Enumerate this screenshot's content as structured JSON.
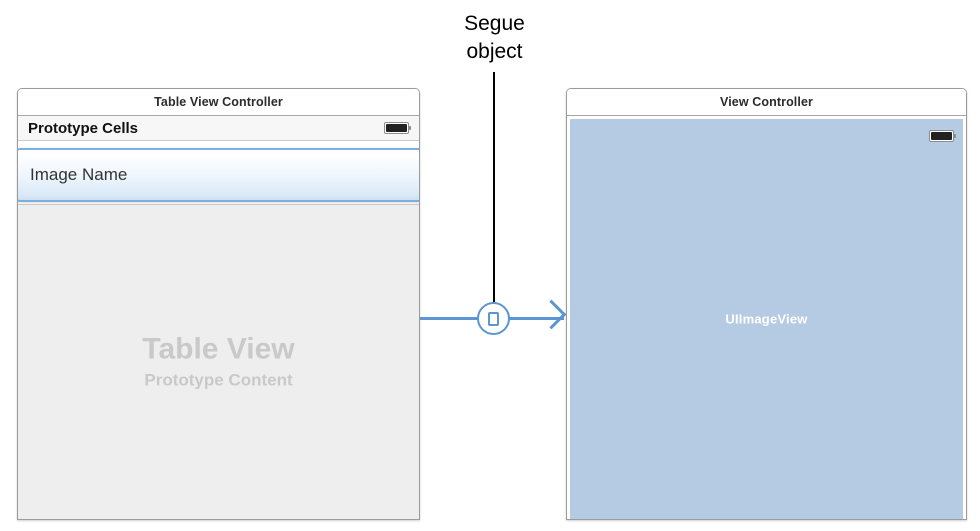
{
  "annotation": {
    "caption_line1": "Segue",
    "caption_line2": "object",
    "leader_line_color": "#000000",
    "connector_color": "#5b95d3"
  },
  "scenes": [
    {
      "id": "table-view-controller",
      "title": "Table View Controller",
      "section_header": "Prototype Cells",
      "status_icon": "battery-icon",
      "prototype_cell": {
        "label": "Image Name",
        "selected": true,
        "selection_color": "#7daee0"
      },
      "placeholder": {
        "main": "Table View",
        "sub": "Prototype Content",
        "color": "#c9c9c9",
        "background": "#eeeeee"
      }
    },
    {
      "id": "view-controller",
      "title": "View Controller",
      "status_icon": "battery-icon",
      "subview": {
        "label": "UIImageView",
        "background": "#b5cbe4",
        "label_color": "#ffffff"
      }
    }
  ]
}
